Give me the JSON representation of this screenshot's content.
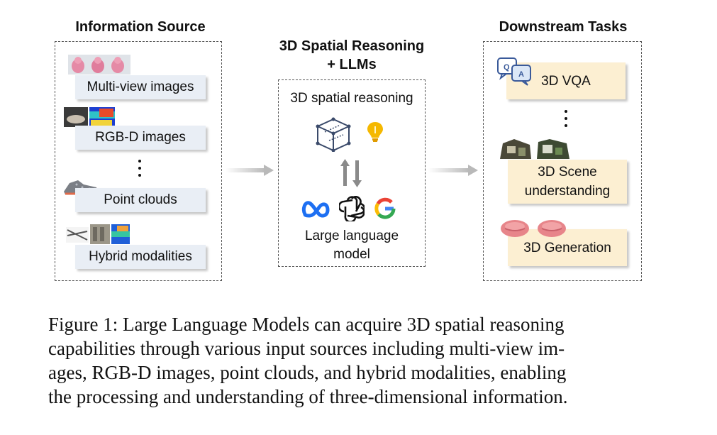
{
  "sources": {
    "title": "Information Source",
    "items": [
      "Multi-view images",
      "RGB-D images",
      "Point clouds",
      "Hybrid modalities"
    ]
  },
  "reasoning": {
    "title_line1": "3D Spatial Reasoning",
    "title_line2": "+ LLMs",
    "top_label": "3D spatial reasoning",
    "bottom_label_line1": "Large language",
    "bottom_label_line2": "model"
  },
  "tasks": {
    "title": "Downstream Tasks",
    "items": {
      "vqa": "3D VQA",
      "scene_line1": "3D Scene",
      "scene_line2": "understanding",
      "generation": "3D Generation"
    },
    "qa_letters": [
      "Q",
      "A"
    ]
  },
  "caption": {
    "line1": "Figure 1: Large Language Models can acquire 3D spatial reasoning",
    "line2": "capabilities through various input sources including multi-view im-",
    "line3": "ages, RGB-D images, point clouds, and hybrid modalities, enabling",
    "line4": "the processing and understanding of three-dimensional information."
  },
  "colors": {
    "source_card": "#e9eef5",
    "task_card": "#fcefd2",
    "arrow": "#c2c2c2",
    "meta_blue": "#1d6ff2",
    "google_blue": "#4285f4",
    "google_red": "#ea4335",
    "google_yellow": "#fbbc05",
    "google_green": "#34a853",
    "bulb": "#f5b800"
  },
  "icons": [
    "cube-icon",
    "lightbulb-icon",
    "meta-logo-icon",
    "openai-logo-icon",
    "google-logo-icon",
    "qa-bubble-icon"
  ]
}
